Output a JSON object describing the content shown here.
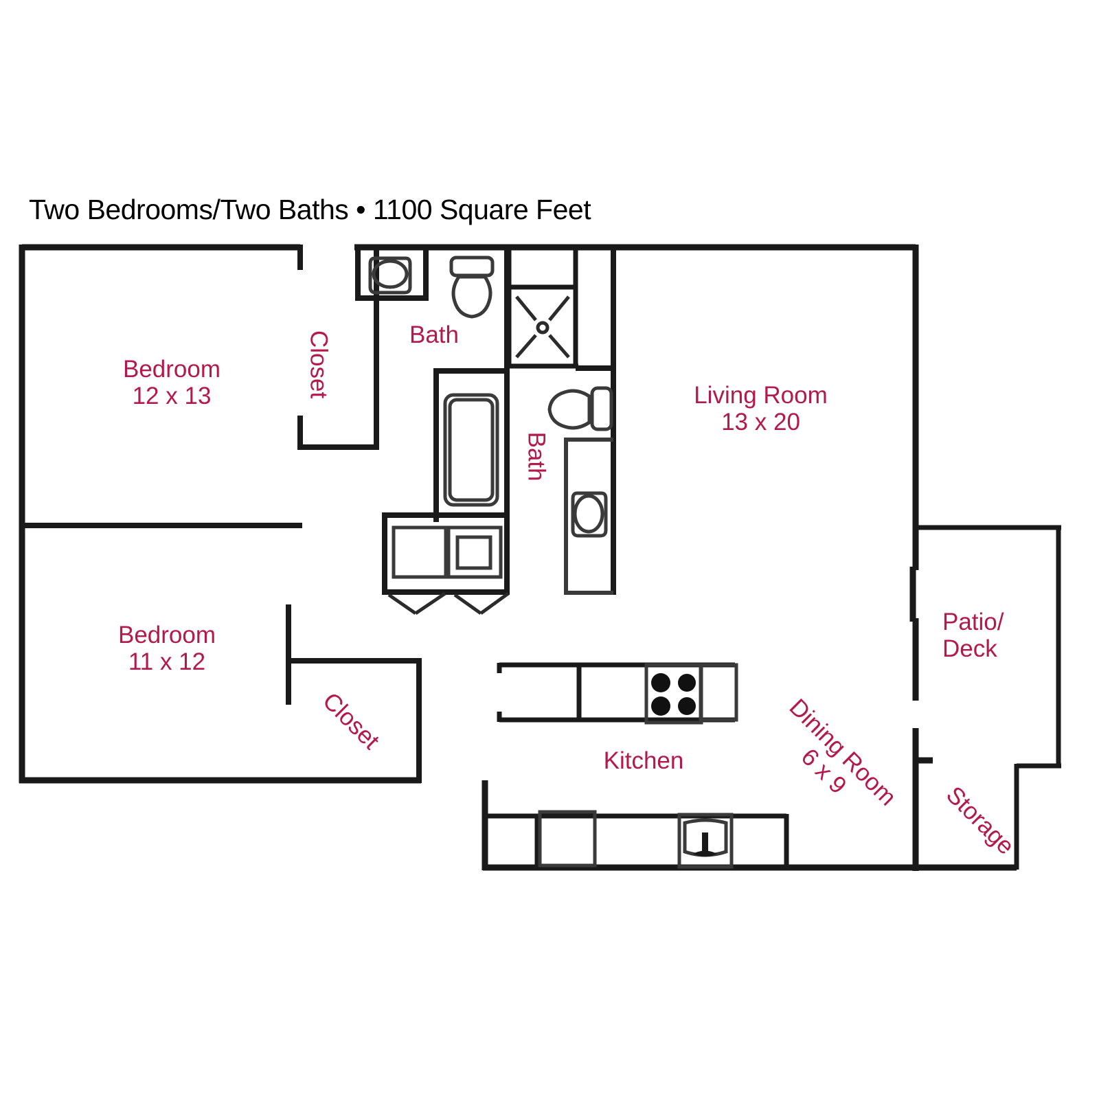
{
  "title": "Two Bedrooms/Two Baths • 1100 Square Feet",
  "colors": {
    "label_red": "#b3194a",
    "wall_black": "#1a1a1a",
    "fixture_gray": "#4d4d4d",
    "background": "#ffffff"
  },
  "rooms": [
    {
      "key": "bedroom_1",
      "name": "Bedroom",
      "dims": "12 x 13",
      "orientation": "horizontal"
    },
    {
      "key": "bedroom_2",
      "name": "Bedroom",
      "dims": "11 x 12",
      "orientation": "horizontal"
    },
    {
      "key": "living_room",
      "name": "Living Room",
      "dims": "13 x 20",
      "orientation": "horizontal"
    },
    {
      "key": "dining_room",
      "name": "Dining Room",
      "dims": "6 x 9",
      "orientation": "rotated-45"
    },
    {
      "key": "kitchen",
      "name": "Kitchen",
      "dims": "",
      "orientation": "horizontal"
    },
    {
      "key": "bath_1",
      "name": "Bath",
      "dims": "",
      "orientation": "horizontal"
    },
    {
      "key": "bath_2",
      "name": "Bath",
      "dims": "",
      "orientation": "rotated-90"
    },
    {
      "key": "closet_1",
      "name": "Closet",
      "dims": "",
      "orientation": "rotated-90"
    },
    {
      "key": "closet_2",
      "name": "Closet",
      "dims": "",
      "orientation": "rotated-45"
    },
    {
      "key": "patio_deck",
      "name": "Patio/",
      "name_line2": "Deck",
      "dims": "",
      "orientation": "horizontal"
    },
    {
      "key": "storage",
      "name": "Storage",
      "dims": "",
      "orientation": "rotated-45"
    }
  ],
  "labels": {
    "bedroom_1_name": "Bedroom",
    "bedroom_1_dims": "12 x 13",
    "bedroom_2_name": "Bedroom",
    "bedroom_2_dims": "11 x 12",
    "living_room_name": "Living Room",
    "living_room_dims": "13 x 20",
    "dining_room_name": "Dining Room",
    "dining_room_dims": "6 x 9",
    "kitchen_name": "Kitchen",
    "bath_1_name": "Bath",
    "bath_2_name": "Bath",
    "closet_1_name": "Closet",
    "closet_2_name": "Closet",
    "patio_deck_line1": "Patio/",
    "patio_deck_line2": "Deck",
    "storage_name": "Storage"
  },
  "fixtures": [
    {
      "key": "bath1-vanity-sink",
      "type": "oval-sink",
      "room": "bath_1"
    },
    {
      "key": "bath1-toilet",
      "type": "toilet",
      "room": "bath_1"
    },
    {
      "key": "bath1-shower",
      "type": "shower-stall",
      "room": "bath_1"
    },
    {
      "key": "bath1-tub",
      "type": "bathtub",
      "room": "bath_1"
    },
    {
      "key": "laundry-washer",
      "type": "washer",
      "room": "bath_1"
    },
    {
      "key": "laundry-dryer",
      "type": "dryer",
      "room": "bath_1"
    },
    {
      "key": "bath2-toilet",
      "type": "toilet",
      "room": "bath_2"
    },
    {
      "key": "bath2-vanity-sink",
      "type": "oval-sink",
      "room": "bath_2"
    },
    {
      "key": "kitchen-cooktop",
      "type": "cooktop-4-burner",
      "room": "kitchen"
    },
    {
      "key": "kitchen-sink",
      "type": "sink-with-faucet",
      "room": "kitchen"
    },
    {
      "key": "kitchen-dishwasher",
      "type": "dishwasher",
      "room": "kitchen"
    },
    {
      "key": "kitchen-upper-cabinets",
      "type": "counter",
      "room": "kitchen"
    },
    {
      "key": "kitchen-lower-cabinets",
      "type": "counter",
      "room": "kitchen"
    }
  ]
}
